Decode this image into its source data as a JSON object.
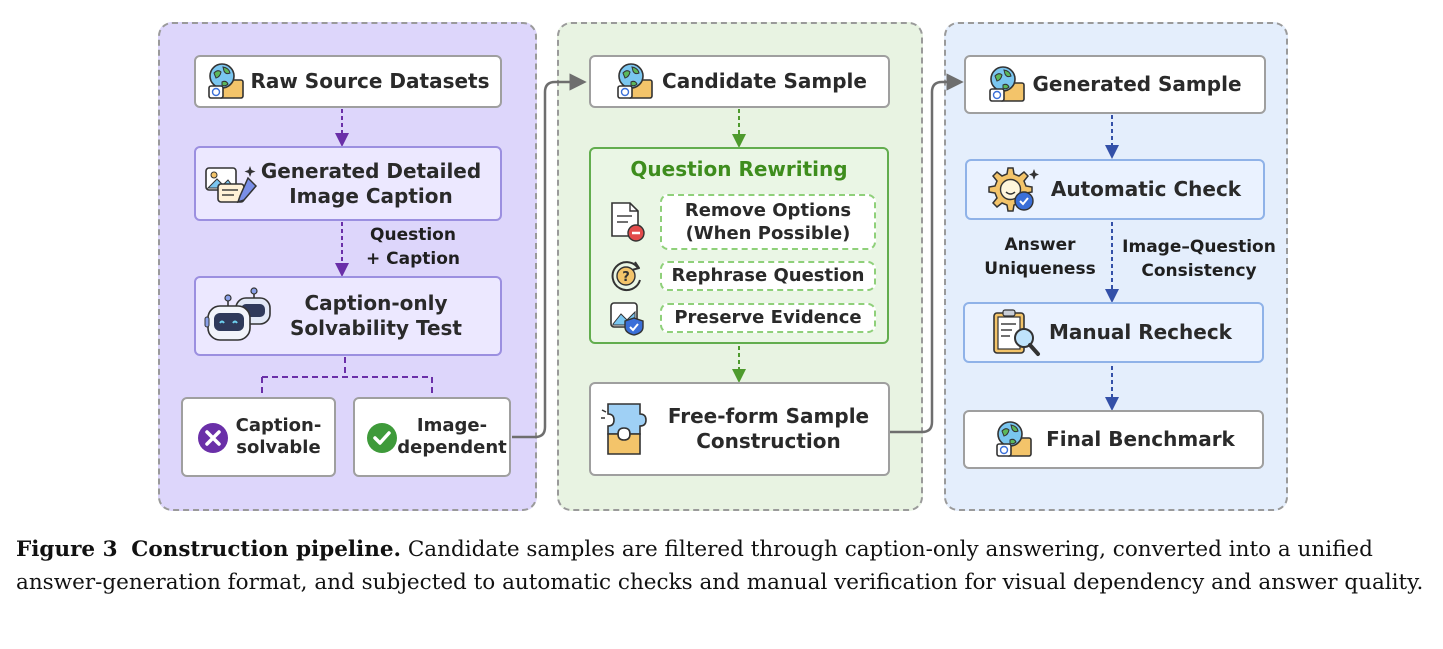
{
  "colors": {
    "panel_left_bg": "#ddd6fb",
    "panel_mid_bg": "#e8f3e2",
    "panel_right_bg": "#e4eefc",
    "purple_arrow": "#6a2fa8",
    "green_arrow": "#4e9a2d",
    "blue_arrow": "#3350a8",
    "flow_arrow": "#6e6e6e",
    "question_rewriting_title": "#3e8d1d",
    "check_fill": "#3e9a3a",
    "cross_fill": "#6a2fa8"
  },
  "left": {
    "raw_source": "Raw Source Datasets",
    "generated_caption": "Generated Detailed\nImage Caption",
    "edge_label": "Question\n+ Caption",
    "solvability_test": "Caption-only\nSolvability Test",
    "caption_solvable": "Caption-\nsolvable",
    "image_dependent": "Image-\ndependent"
  },
  "middle": {
    "candidate_sample": "Candidate Sample",
    "rewriting_title": "Question Rewriting",
    "remove_options": "Remove Options\n(When Possible)",
    "rephrase": "Rephrase Question",
    "preserve": "Preserve Evidence",
    "free_form": "Free-form Sample\nConstruction"
  },
  "right": {
    "generated_sample": "Generated Sample",
    "automatic_check": "Automatic Check",
    "answer_uniqueness": "Answer\nUniqueness",
    "consistency": "Image–Question\nConsistency",
    "manual_recheck": "Manual Recheck",
    "final_benchmark": "Final Benchmark"
  },
  "caption": {
    "figure_label": "Figure 3",
    "bold_title": "Construction pipeline.",
    "text": "Candidate samples are filtered through caption-only answering, converted into a unified answer-generation format, and subjected to automatic checks and manual verification for visual dependency and answer quality."
  },
  "icons": {
    "raw_source": "globe-folder-icon",
    "generated_caption": "image-caption-pencil-icon",
    "solvability_test": "robots-icon",
    "caption_solvable": "cross-circle-icon",
    "image_dependent": "check-circle-icon",
    "candidate_sample": "globe-folder-icon",
    "remove_options": "document-minus-icon",
    "rephrase": "question-refresh-icon",
    "preserve": "image-shield-icon",
    "free_form": "puzzle-icon",
    "generated_sample": "globe-folder-icon",
    "automatic_check": "gear-check-icon",
    "manual_recheck": "clipboard-search-icon",
    "final_benchmark": "globe-folder-icon"
  }
}
